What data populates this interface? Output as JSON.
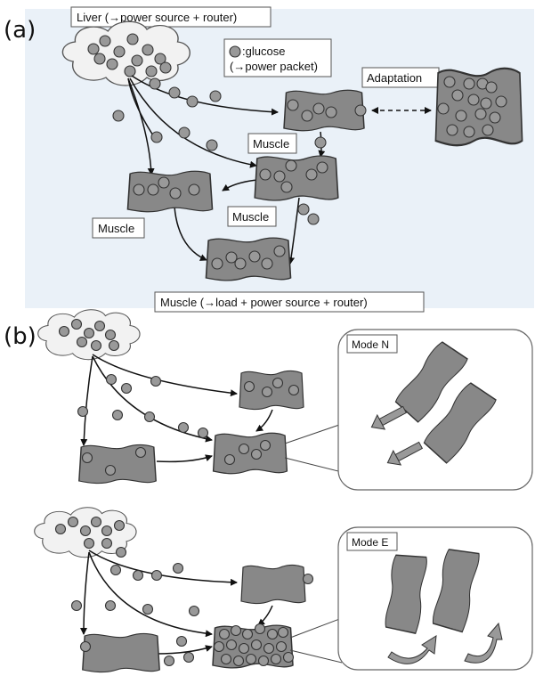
{
  "panel_a": {
    "panel_label": "(a)",
    "liver_label": "Liver (→power source + router)",
    "legend_line1": ":glucose",
    "legend_line2": "(→power packet)",
    "adaptation_label": "Adaptation",
    "muscle_label_1": "Muscle",
    "muscle_label_2": "Muscle",
    "muscle_label_3": "Muscle",
    "bottom_label": "Muscle (→load  +  power source  +  router)"
  },
  "panel_b": {
    "panel_label": "(b)",
    "mode_n_label": "Mode N",
    "mode_e_label": "Mode E"
  },
  "colors": {
    "panel_a_background": "#eaf1f8",
    "muscle_fill": "#888888",
    "glucose_fill": "#999999",
    "cloud_fill": "#f2f2f2"
  }
}
